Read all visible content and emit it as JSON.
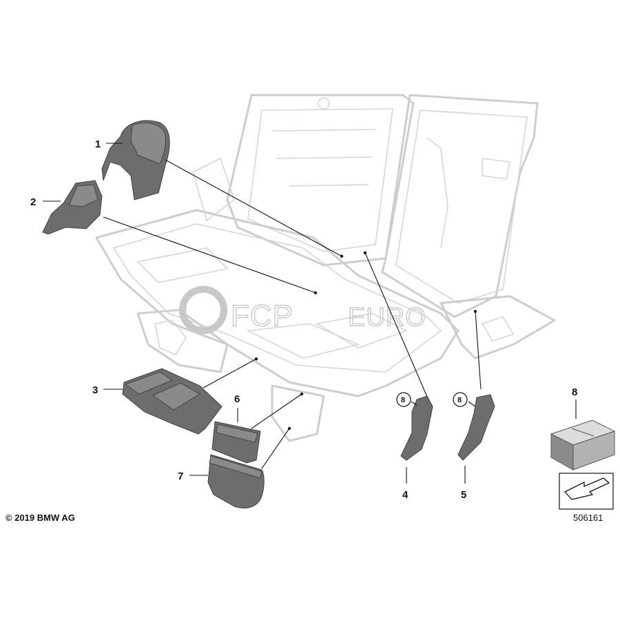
{
  "watermark": {
    "brand": "FCP",
    "suffix": "EURO"
  },
  "copyright": "© 2019 BMW AG",
  "diagram_number": "506161",
  "callouts": [
    {
      "id": "1",
      "label": "1"
    },
    {
      "id": "2",
      "label": "2"
    },
    {
      "id": "3",
      "label": "3"
    },
    {
      "id": "4",
      "label": "4"
    },
    {
      "id": "5",
      "label": "5"
    },
    {
      "id": "6",
      "label": "6"
    },
    {
      "id": "7",
      "label": "7"
    },
    {
      "id": "8",
      "label": "8"
    }
  ],
  "circled_refs": [
    {
      "id": "8a",
      "label": "8"
    },
    {
      "id": "8b",
      "label": "8"
    }
  ],
  "colors": {
    "part": "#6d6d6d",
    "frame": "#cdcdcd",
    "text": "#111111"
  }
}
